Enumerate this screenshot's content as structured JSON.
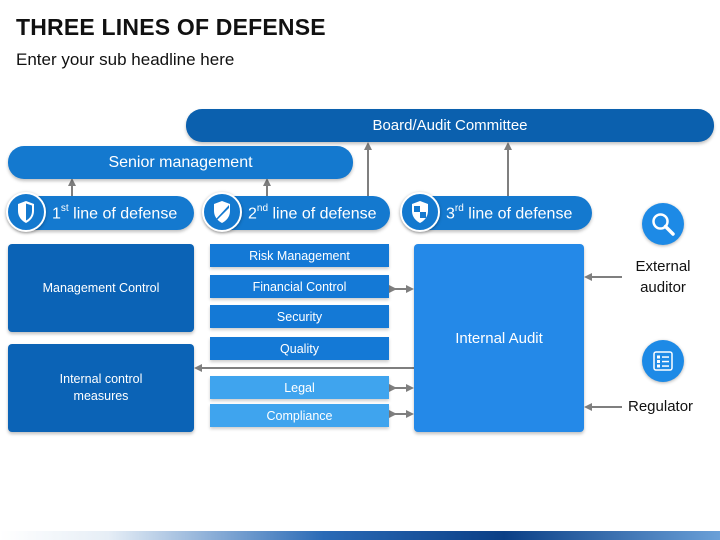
{
  "header": {
    "title": "THREE LINES OF DEFENSE",
    "subtitle": "Enter your sub headline here"
  },
  "top": {
    "board": "Board/Audit Committee",
    "senior": "Senior management"
  },
  "lines": [
    {
      "num": "1",
      "sup": "st",
      "text": " line of defense"
    },
    {
      "num": "2",
      "sup": "nd",
      "text": " line of defense"
    },
    {
      "num": "3",
      "sup": "rd",
      "text": " line of defense"
    }
  ],
  "first_line_boxes": {
    "management_control": "Management Control",
    "internal_control_line1": "Internal control",
    "internal_control_line2": "measures"
  },
  "second_line_boxes": [
    "Risk Management",
    "Financial Control",
    "Security",
    "Quality",
    "Legal",
    "Compliance"
  ],
  "third_line_box": "Internal Audit",
  "external": {
    "auditor_line1": "External",
    "auditor_line2": "auditor",
    "regulator": "Regulator"
  },
  "colors": {
    "dark_blue": "#0b60ae",
    "mid_blue": "#1479cf",
    "light_blue": "#3fa4ee",
    "audit_blue": "#2489e8",
    "arrow_gray": "#7f7f7f"
  },
  "icons": {
    "line_icon": "shield-icon",
    "third_line_icon": "shield-check-icon",
    "auditor_icon": "magnifier-icon",
    "regulator_icon": "checklist-icon"
  }
}
